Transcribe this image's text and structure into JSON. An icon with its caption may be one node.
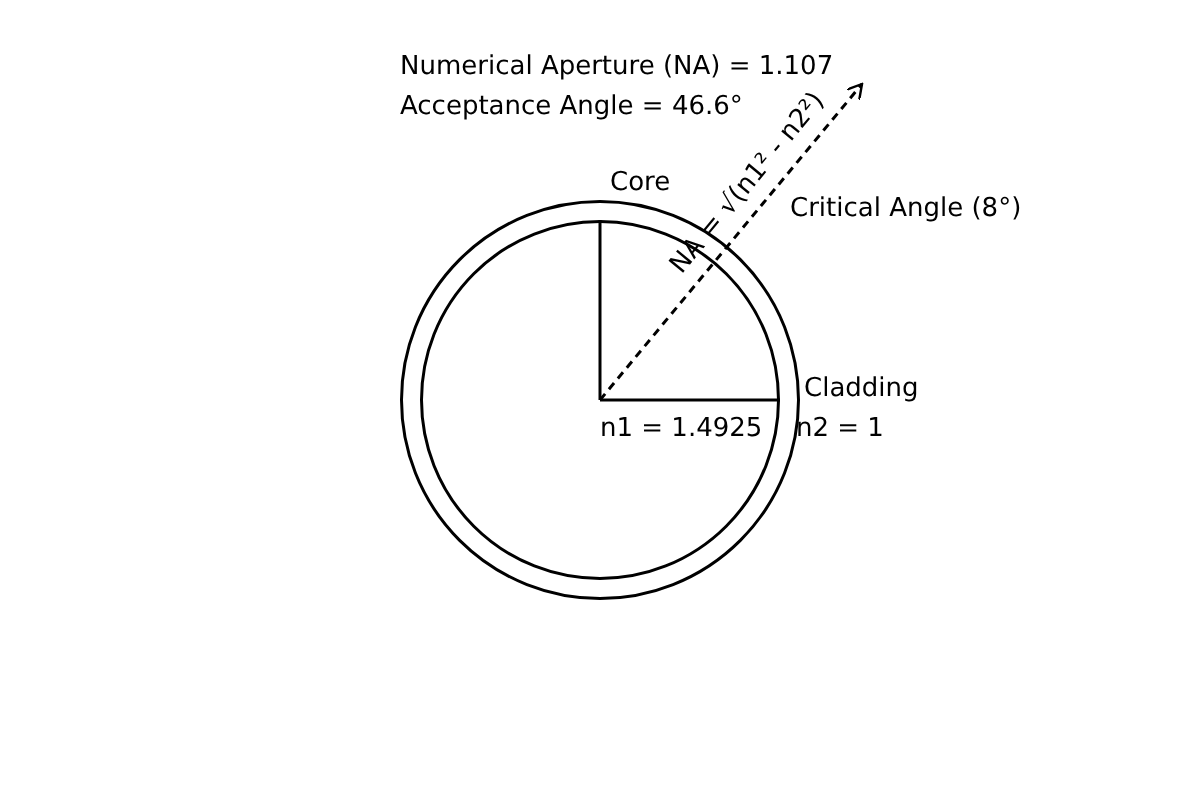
{
  "diagram": {
    "nodes": [
      {
        "text": [],
        "shape": "circle"
      },
      {
        "text": [],
        "shape": "circle",
        "in": 0
      }
    ],
    "labels": [
      "Numerical Aperture (NA) = 1.107",
      "Acceptance Angle = 46.6°",
      "NA = √(n1² - n2²)",
      "Core",
      "Critical Angle (8°)",
      "Cladding",
      "n1 = 1.4925",
      "n2 = 1"
    ]
  }
}
